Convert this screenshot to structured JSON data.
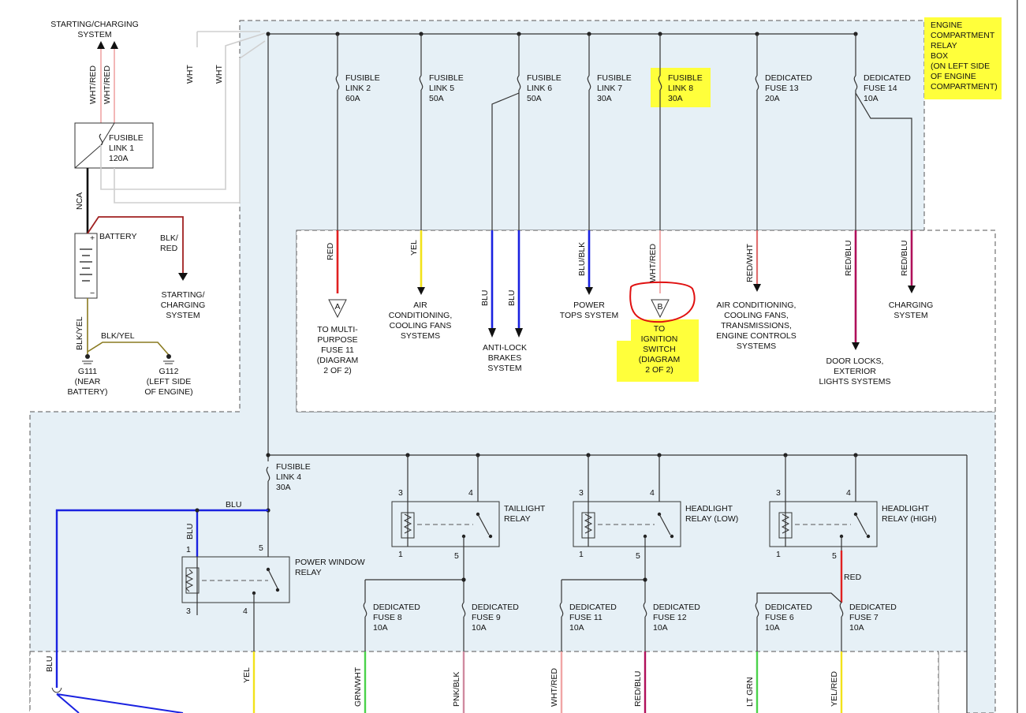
{
  "colors": {
    "red": "#e02020",
    "yellow": "#f2e21a",
    "blue": "#1a22e0",
    "pink": "#f0a5a5",
    "green": "#4bd24b",
    "magenta": "#b0105a",
    "pinkish_blk": "#d08aa0",
    "black": "#111111",
    "highlight": "#ffff3b",
    "annotation": "#e01010"
  },
  "top_left": {
    "starting_system": "STARTING/CHARGING SYSTEM",
    "starting_system_lines": [
      "STARTING/CHARGING",
      "SYSTEM"
    ],
    "wht_red_1": "WHT/RED",
    "wht_red_2": "WHT/RED",
    "fusible_link_1": [
      "FUSIBLE",
      "LINK 1",
      "120A"
    ],
    "wht_1": "WHT",
    "wht_2": "WHT",
    "nca": "NCA",
    "battery": "BATTERY",
    "plus": "+",
    "minus": "−",
    "blk_red": [
      "BLK/",
      "RED"
    ],
    "starting_charging_2": [
      "STARTING/",
      "CHARGING",
      "SYSTEM"
    ],
    "blk_yel_1": "BLK/YEL",
    "blk_yel_2": "BLK/YEL",
    "g111": [
      "G111",
      "(NEAR",
      "BATTERY)"
    ],
    "g112": [
      "G112",
      "(LEFT SIDE",
      "OF ENGINE)"
    ]
  },
  "relay_box_title": [
    "ENGINE",
    "COMPARTMENT",
    "RELAY",
    "BOX",
    "(ON LEFT SIDE",
    "OF ENGINE",
    "COMPARTMENT)"
  ],
  "top_fuses": [
    {
      "lines": [
        "FUSIBLE",
        "LINK 2",
        "60A"
      ],
      "wire": "RED",
      "dest": [
        "TO MULTI-",
        "PURPOSE",
        "FUSE 11",
        "(DIAGRAM",
        "2 OF 2)"
      ],
      "connector": "A"
    },
    {
      "lines": [
        "FUSIBLE",
        "LINK 5",
        "50A"
      ],
      "wire": "YEL",
      "dest": [
        "AIR",
        "CONDITIONING,",
        "COOLING FANS",
        "SYSTEMS"
      ]
    },
    {
      "lines": [
        "FUSIBLE",
        "LINK 6",
        "50A"
      ],
      "wire": "BLU",
      "wire2": "BLU",
      "dest": [
        "ANTI-LOCK",
        "BRAKES",
        "SYSTEM"
      ]
    },
    {
      "lines": [
        "FUSIBLE",
        "LINK 7",
        "30A"
      ],
      "wire": "BLU/BLK",
      "dest": [
        "POWER",
        "TOPS SYSTEM"
      ]
    },
    {
      "lines": [
        "FUSIBLE",
        "LINK 8",
        "30A"
      ],
      "wire": "WHT/RED",
      "dest": [
        "TO",
        "IGNITION",
        "SWITCH",
        "(DIAGRAM",
        "2 OF 2)"
      ],
      "connector": "B"
    },
    {
      "lines": [
        "DEDICATED",
        "FUSE 13",
        "20A"
      ],
      "wire": "RED/WHT",
      "dest": [
        "AIR CONDITIONING,",
        "COOLING FANS,",
        "TRANSMISSIONS,",
        "ENGINE CONTROLS",
        "SYSTEMS"
      ]
    },
    {
      "lines": [
        "DEDICATED",
        "FUSE 14",
        "10A"
      ],
      "wire": "RED/BLU",
      "wire2": "RED/BLU",
      "dest": [
        "DOOR LOCKS,",
        "EXTERIOR",
        "LIGHTS SYSTEMS"
      ],
      "dest2": [
        "CHARGING",
        "SYSTEM"
      ]
    }
  ],
  "lower": {
    "fusible_link_4": [
      "FUSIBLE",
      "LINK 4",
      "30A"
    ],
    "blu_h": "BLU",
    "blu_v": "BLU",
    "blu_left": "BLU",
    "power_window_relay": [
      "POWER WINDOW",
      "RELAY"
    ],
    "pwr_pins": {
      "p1": "1",
      "p5": "5",
      "p3": "3",
      "p4": "4"
    },
    "yel": "YEL",
    "relays": [
      {
        "name": [
          "TAILLIGHT",
          "RELAY"
        ],
        "pins": {
          "p3": "3",
          "p4": "4",
          "p1": "1",
          "p5": "5"
        }
      },
      {
        "name": [
          "HEADLIGHT",
          "RELAY (LOW)"
        ],
        "pins": {
          "p3": "3",
          "p4": "4",
          "p1": "1",
          "p5": "5"
        }
      },
      {
        "name": [
          "HEADLIGHT",
          "RELAY (HIGH)"
        ],
        "pins": {
          "p3": "3",
          "p4": "4",
          "p1": "1",
          "p5": "5"
        }
      }
    ],
    "red_label": "RED",
    "fuses": [
      {
        "lines": [
          "DEDICATED",
          "FUSE 8",
          "10A"
        ],
        "wire": "GRN/WHT"
      },
      {
        "lines": [
          "DEDICATED",
          "FUSE 9",
          "10A"
        ],
        "wire": "PNK/BLK"
      },
      {
        "lines": [
          "DEDICATED",
          "FUSE 11",
          "10A"
        ],
        "wire": "WHT/RED"
      },
      {
        "lines": [
          "DEDICATED",
          "FUSE 12",
          "10A"
        ],
        "wire": "RED/BLU"
      },
      {
        "lines": [
          "DEDICATED",
          "FUSE 6",
          "10A"
        ],
        "wire": "LT GRN"
      },
      {
        "lines": [
          "DEDICATED",
          "FUSE 7",
          "10A"
        ],
        "wire": "YEL/RED"
      }
    ]
  }
}
